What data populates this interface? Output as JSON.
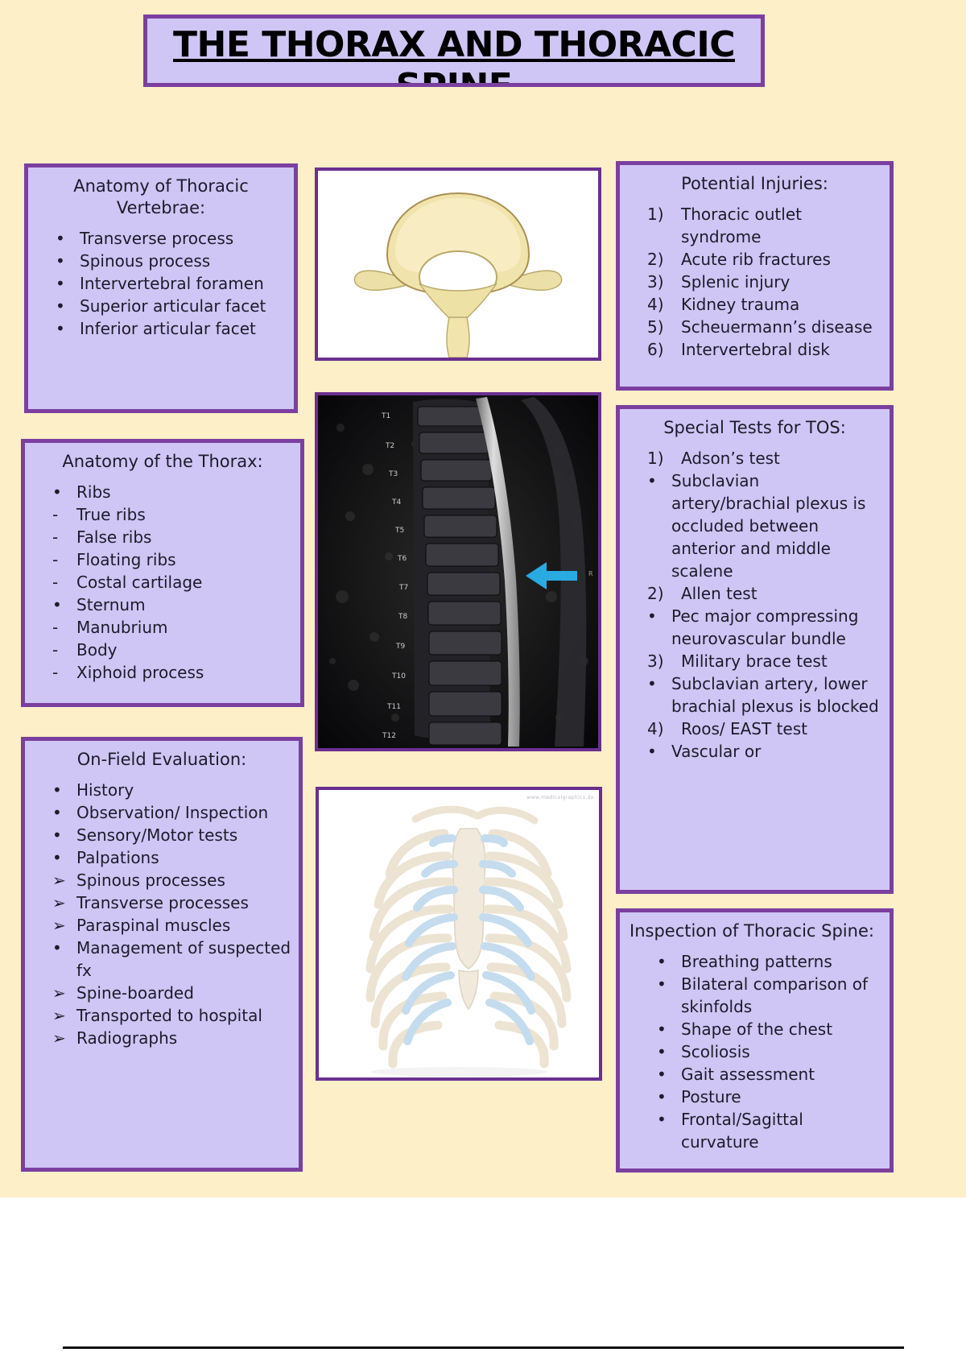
{
  "theme": {
    "background": "#fdefc8",
    "box_fill": "#cfc6f5",
    "box_border": "#7b3fa0",
    "text": "#1c1c2b",
    "arrow_marker": "#29aae1"
  },
  "title": {
    "text": "THE THORAX AND THORACIC SPINE"
  },
  "boxes": {
    "anatomy_vertebrae": {
      "heading": "Anatomy of Thoracic Vertebrae:",
      "items": [
        {
          "marker": "•",
          "text": "Transverse process"
        },
        {
          "marker": "•",
          "text": "Spinous process"
        },
        {
          "marker": "•",
          "text": "Intervertebral foramen"
        },
        {
          "marker": "•",
          "text": "Superior articular facet"
        },
        {
          "marker": "•",
          "text": "Inferior articular facet"
        }
      ]
    },
    "anatomy_thorax": {
      "heading": "Anatomy of the Thorax:",
      "items": [
        {
          "marker": "•",
          "text": "Ribs",
          "level": 1
        },
        {
          "marker": "-",
          "text": "True ribs",
          "level": 2
        },
        {
          "marker": "-",
          "text": "False ribs",
          "level": 2
        },
        {
          "marker": "-",
          "text": "Floating ribs",
          "level": 2
        },
        {
          "marker": "-",
          "text": "Costal cartilage",
          "level": 2
        },
        {
          "marker": "•",
          "text": "Sternum",
          "level": 1
        },
        {
          "marker": "-",
          "text": "Manubrium",
          "level": 2
        },
        {
          "marker": "-",
          "text": "Body",
          "level": 2
        },
        {
          "marker": "-",
          "text": "Xiphoid process",
          "level": 2
        }
      ]
    },
    "on_field_evaluation": {
      "heading": "On-Field Evaluation:",
      "items": [
        {
          "marker": "•",
          "text": "History",
          "level": 1
        },
        {
          "marker": "•",
          "text": "Observation/ Inspection",
          "level": 1
        },
        {
          "marker": "•",
          "text": "Sensory/Motor tests",
          "level": 1
        },
        {
          "marker": "•",
          "text": "Palpations",
          "level": 1
        },
        {
          "marker": "➢",
          "text": "Spinous processes",
          "level": 3
        },
        {
          "marker": "➢",
          "text": "Transverse processes",
          "level": 3
        },
        {
          "marker": "➢",
          "text": "Paraspinal muscles",
          "level": 3
        },
        {
          "marker": "•",
          "text": "Management of suspected fx",
          "level": 1
        },
        {
          "marker": "➢",
          "text": "Spine-boarded",
          "level": 3
        },
        {
          "marker": "➢",
          "text": "Transported to hospital",
          "level": 3
        },
        {
          "marker": "➢",
          "text": "Radiographs",
          "level": 3
        }
      ]
    },
    "potential_injuries": {
      "heading": "Potential Injuries:",
      "items": [
        {
          "marker": "1)",
          "text": "Thoracic outlet syndrome"
        },
        {
          "marker": "2)",
          "text": "Acute rib fractures"
        },
        {
          "marker": "3)",
          "text": "Splenic injury"
        },
        {
          "marker": "4)",
          "text": "Kidney trauma"
        },
        {
          "marker": "5)",
          "text": "Scheuermann’s disease"
        },
        {
          "marker": "6)",
          "text": "Intervertebral disk"
        }
      ]
    },
    "special_tests_tos": {
      "heading": "Special Tests for TOS:",
      "items": [
        {
          "marker": "1)",
          "text": "Adson’s test",
          "level": 1
        },
        {
          "marker": "•",
          "text": "Subclavian artery/brachial plexus is occluded between anterior and middle scalene",
          "level": 2
        },
        {
          "marker": "2)",
          "text": "Allen test",
          "level": 1
        },
        {
          "marker": "•",
          "text": "Pec major compressing neurovascular bundle",
          "level": 2
        },
        {
          "marker": "3)",
          "text": "Military brace test",
          "level": 1
        },
        {
          "marker": "•",
          "text": "Subclavian artery, lower brachial plexus is blocked",
          "level": 2
        },
        {
          "marker": "4)",
          "text": "Roos/ EAST test",
          "level": 1
        },
        {
          "marker": "•",
          "text": "Vascular or",
          "level": 2
        }
      ]
    },
    "inspection_thoracic_spine": {
      "heading": "Inspection of Thoracic Spine:",
      "items": [
        {
          "marker": "•",
          "text": "Breathing patterns"
        },
        {
          "marker": "•",
          "text": "Bilateral comparison of skinfolds"
        },
        {
          "marker": "•",
          "text": "Shape of the chest"
        },
        {
          "marker": "•",
          "text": "Scoliosis"
        },
        {
          "marker": "•",
          "text": "Gait assessment"
        },
        {
          "marker": "•",
          "text": "Posture"
        },
        {
          "marker": "•",
          "text": "Frontal/Sagittal curvature"
        }
      ]
    }
  },
  "images": {
    "vertebra": {
      "name": "thoracic-vertebra-superior-view-illustration"
    },
    "mri": {
      "name": "sagittal-thoracic-spine-mri",
      "vertebra_labels": [
        "T1",
        "T2",
        "T3",
        "T4",
        "T5",
        "T6",
        "T7",
        "T8",
        "T9",
        "T10",
        "T11",
        "T12"
      ],
      "annotation_marker": "cyan-arrow"
    },
    "ribcage": {
      "name": "anterior-rib-cage-illustration",
      "watermark": "www.medicalgraphics.de"
    }
  }
}
